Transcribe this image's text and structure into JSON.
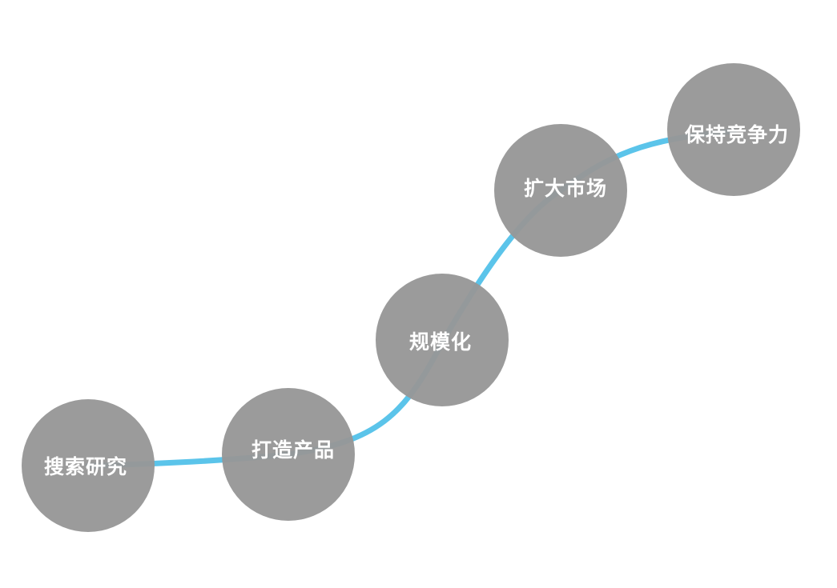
{
  "diagram": {
    "colors": {
      "background": "#ffffff",
      "node": "#979797",
      "path": "#5bc4ea"
    },
    "nodes": [
      {
        "id": "step1",
        "label": "搜索研究"
      },
      {
        "id": "step2",
        "label": "打造产品"
      },
      {
        "id": "step3",
        "label": "规模化"
      },
      {
        "id": "step4",
        "label": "扩大市场"
      },
      {
        "id": "step5",
        "label": "保持竞争力"
      }
    ]
  }
}
